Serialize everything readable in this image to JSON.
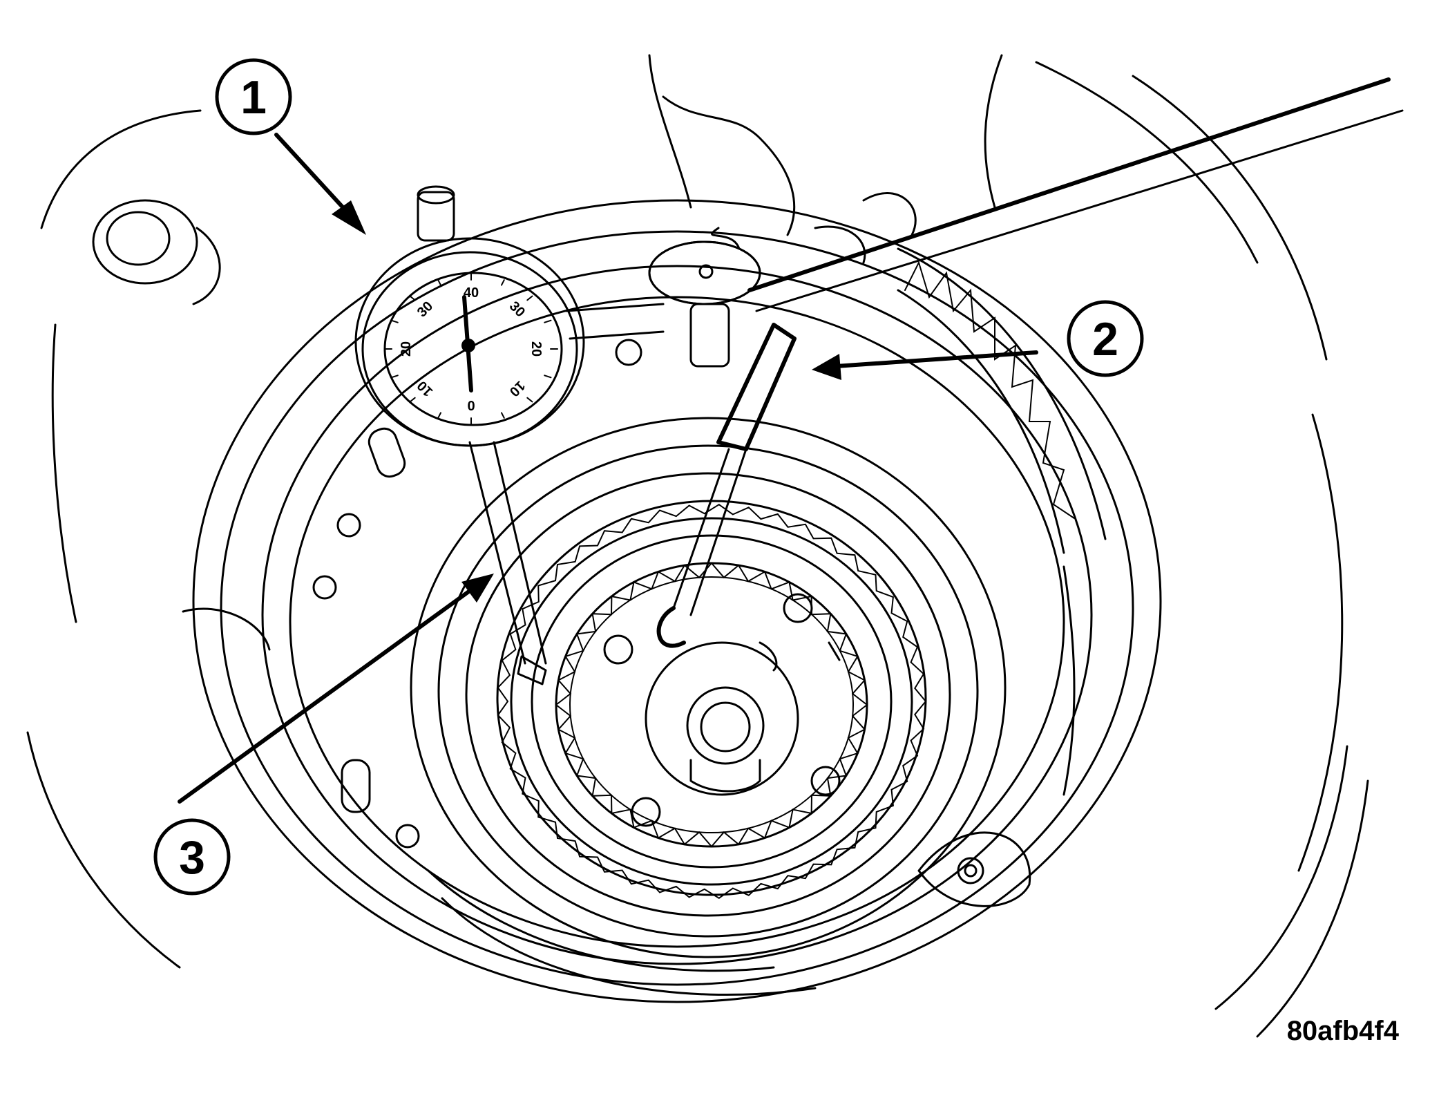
{
  "callouts": [
    {
      "label": "1"
    },
    {
      "label": "2"
    },
    {
      "label": "3"
    }
  ],
  "dial": {
    "scale_labels": [
      "0",
      "10",
      "20",
      "30",
      "40",
      "30",
      "20",
      "10"
    ]
  },
  "figure_id": "80afb4f4",
  "colors": {
    "ink": "#000000",
    "background": "#ffffff"
  }
}
